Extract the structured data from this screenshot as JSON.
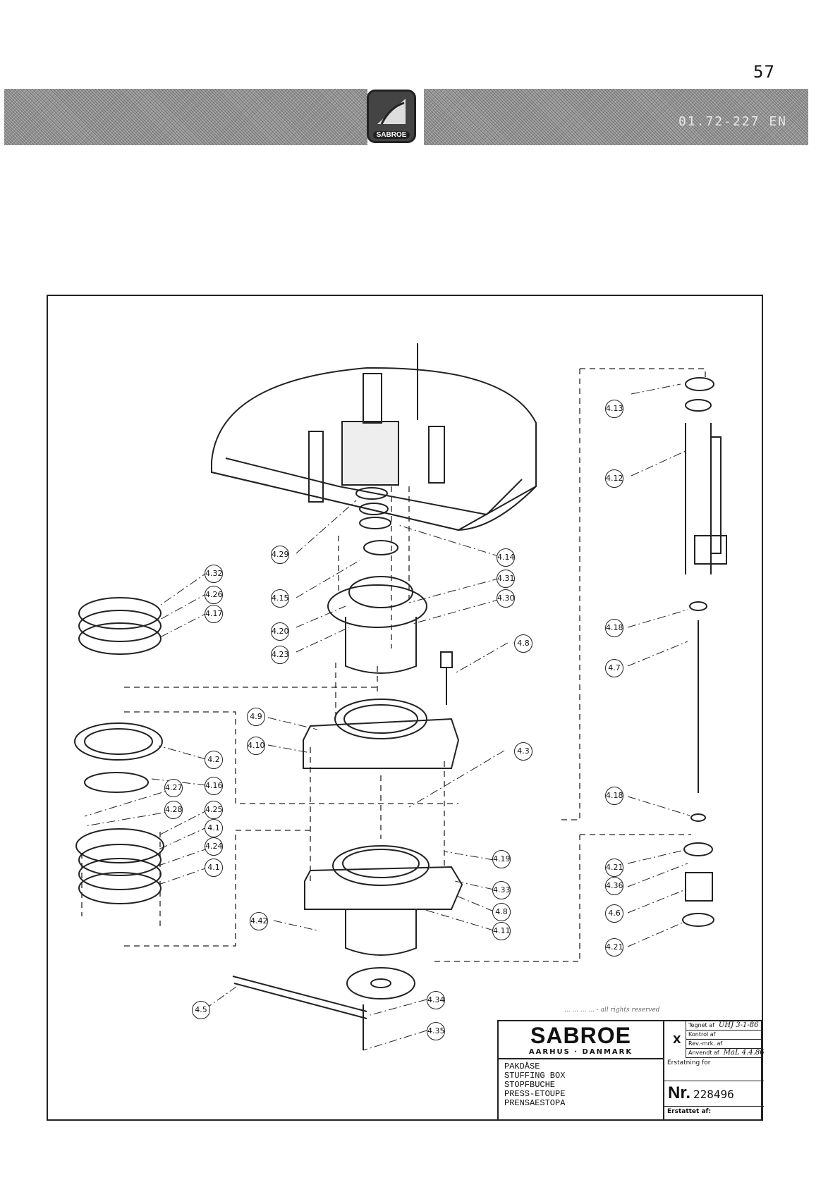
{
  "page_number": "57",
  "banner": {
    "logo_text": "SABROE",
    "code": "01.72-227 EN"
  },
  "callouts": [
    "4.13",
    "4.12",
    "4.29",
    "4.14",
    "4.15",
    "4.31",
    "4.30",
    "4.20",
    "4.23",
    "4.32",
    "4.26",
    "4.17",
    "4.8",
    "4.18",
    "4.7",
    "4.9",
    "4.10",
    "4.3",
    "4.2",
    "4.16",
    "4.27",
    "4.28",
    "4.25",
    "4.1",
    "4.24",
    "4.1",
    "4.19",
    "4.33",
    "4.8",
    "4.11",
    "4.42",
    "4.21",
    "4.36",
    "4.6",
    "4.21",
    "4.18",
    "4.5",
    "4.34",
    "4.35"
  ],
  "copyright_note": "... ... ... ... - all rights reserved",
  "title_block": {
    "brand": "SABROE",
    "location": "AARHUS · DANMARK",
    "mark": "X",
    "rows": [
      {
        "label": "Tegnet af",
        "value": "UHJ 3-1-86"
      },
      {
        "label": "Kontrol af",
        "value": ""
      },
      {
        "label": "Rev.-mrk. af",
        "value": ""
      },
      {
        "label": "Anvendt af",
        "value": "MaL 4.4.86"
      }
    ],
    "titles": [
      "PAKDÅSE",
      "STUFFING BOX",
      "STOPFBUCHE",
      "PRESS-ETOUPE",
      "PRENSAESTOPA"
    ],
    "erstatning_label": "Erstatning for",
    "nr_label": "Nr.",
    "nr_value": "228496",
    "erstattet_label": "Erstattet af:"
  }
}
